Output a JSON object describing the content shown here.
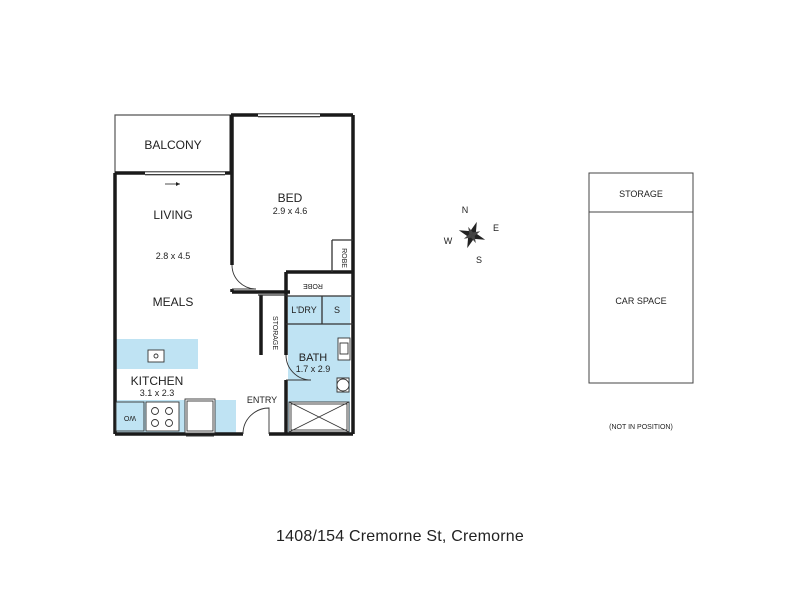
{
  "colors": {
    "wall": "#1a1a1a",
    "wet_area": "#bfe3f3",
    "line": "#333333"
  },
  "rooms": {
    "balcony": {
      "name": "BALCONY"
    },
    "living": {
      "name": "LIVING",
      "dims": "2.8 x 4.5"
    },
    "meals": {
      "name": "MEALS"
    },
    "kitchen": {
      "name": "KITCHEN",
      "dims": "3.1 x 2.3"
    },
    "wo": {
      "name": "WO"
    },
    "bed": {
      "name": "BED",
      "dims": "2.9 x 4.6"
    },
    "robe_vertical": {
      "name": "ROBE"
    },
    "robe_horizontal": {
      "name": "ROBE"
    },
    "laundry": {
      "name": "L'DRY"
    },
    "s": {
      "name": "S"
    },
    "storage_hall": {
      "name": "STORAGE"
    },
    "bath": {
      "name": "BATH",
      "dims": "1.7 x 2.9"
    },
    "entry": {
      "name": "ENTRY"
    }
  },
  "compass": {
    "n": "N",
    "e": "E",
    "s": "S",
    "w": "W",
    "icon": "compass-rose-icon"
  },
  "carpark": {
    "storage": "STORAGE",
    "car_space": "CAR SPACE",
    "note": "(NOT IN POSITION)"
  },
  "address": "1408/154 Cremorne St, Cremorne"
}
